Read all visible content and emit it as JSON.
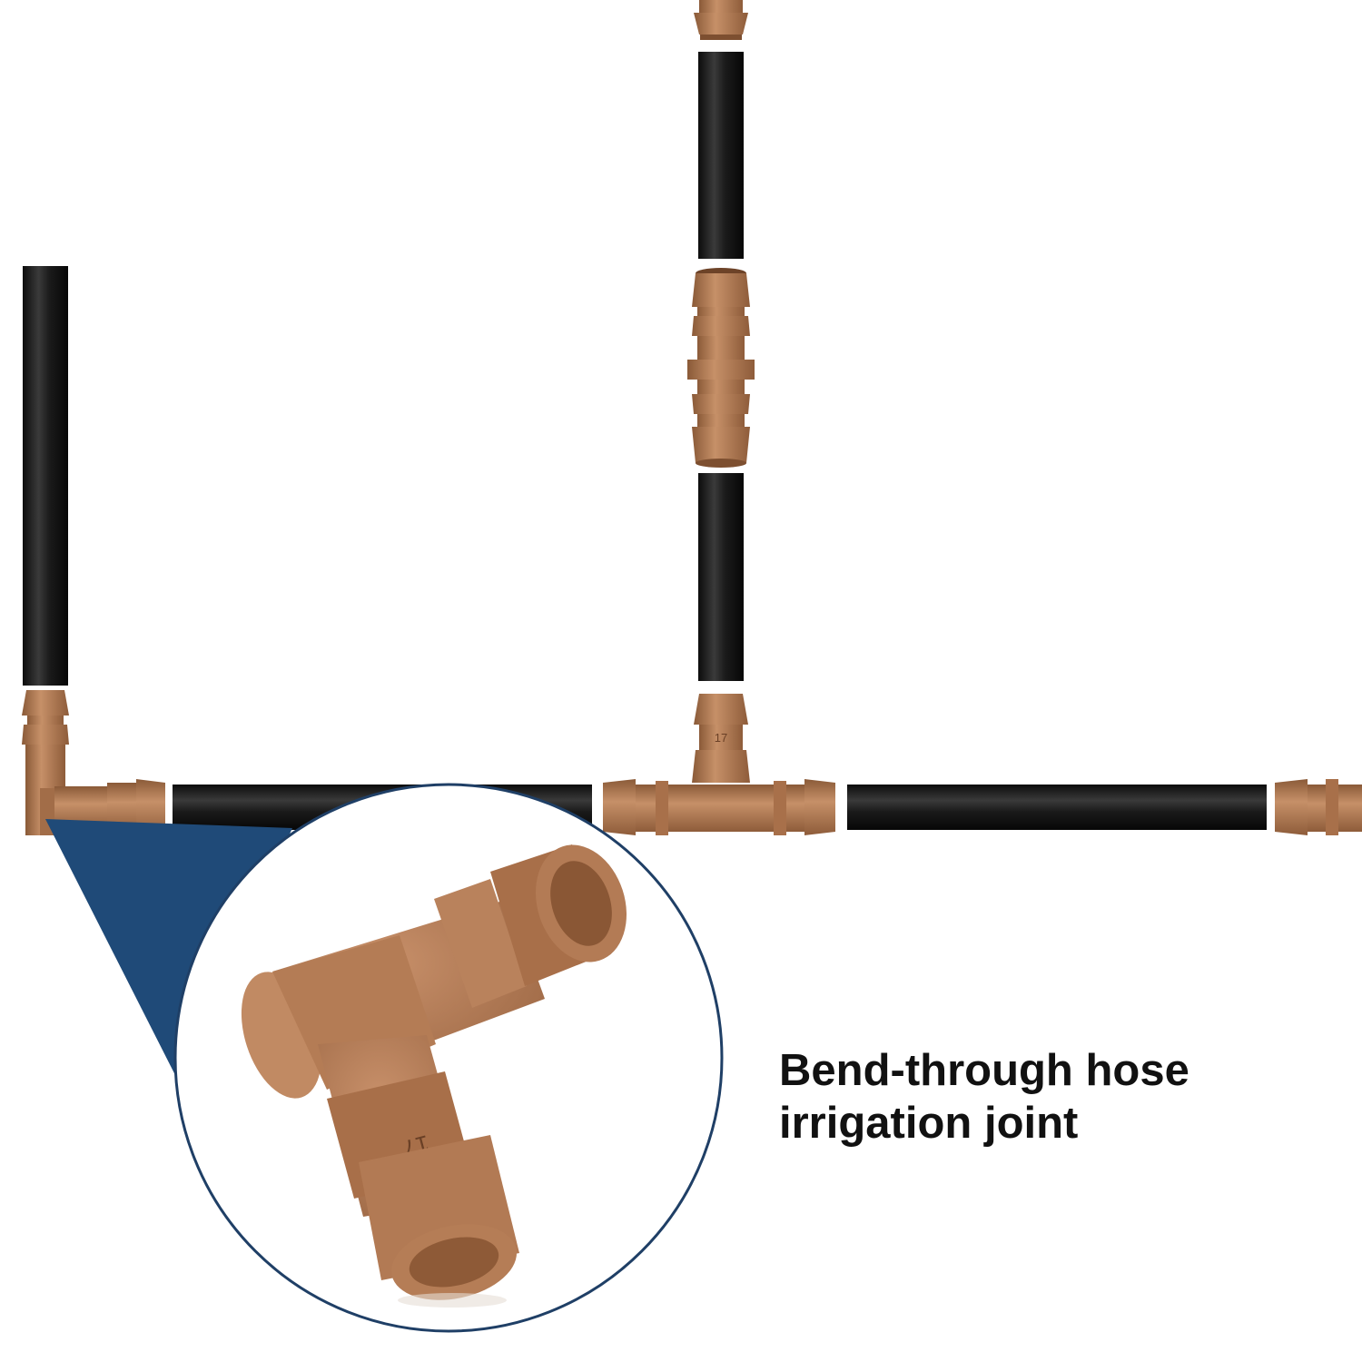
{
  "product": {
    "caption_line1": "Bend-through hose",
    "caption_line2": "irrigation joint",
    "fitting_marking": "17"
  },
  "colors": {
    "background": "#ffffff",
    "hose": "#1c1c1c",
    "fitting": "#b27c55",
    "fitting_dark": "#8e5c3a",
    "callout": "#1f4a78",
    "circle_border": "#1f3f66",
    "caption": "#111111"
  },
  "icons": {
    "elbow": "elbow-fitting-icon",
    "tee": "tee-fitting-icon",
    "coupling": "coupling-fitting-icon"
  }
}
